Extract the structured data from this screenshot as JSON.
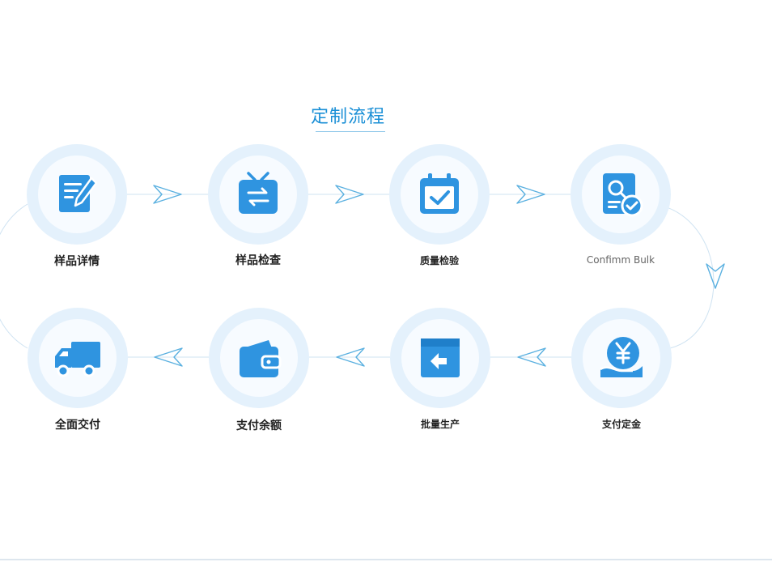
{
  "title": "定制流程",
  "steps": [
    {
      "label": "样品详情",
      "icon": "document-pen-icon"
    },
    {
      "label": "样品检查",
      "icon": "tv-exchange-icon"
    },
    {
      "label": "质量检验",
      "icon": "calendar-check-icon"
    },
    {
      "label": "Confimm Bulk",
      "icon": "search-document-check-icon"
    },
    {
      "label": "支付定金",
      "icon": "yen-coin-hand-icon"
    },
    {
      "label": "批量生产",
      "icon": "box-arrow-icon"
    },
    {
      "label": "支付余额",
      "icon": "wallet-icon"
    },
    {
      "label": "全面交付",
      "icon": "delivery-truck-icon"
    }
  ],
  "colors": {
    "accent": "#2f94e0",
    "halo": "#e4f1fc",
    "connector": "#5ab0e0"
  }
}
